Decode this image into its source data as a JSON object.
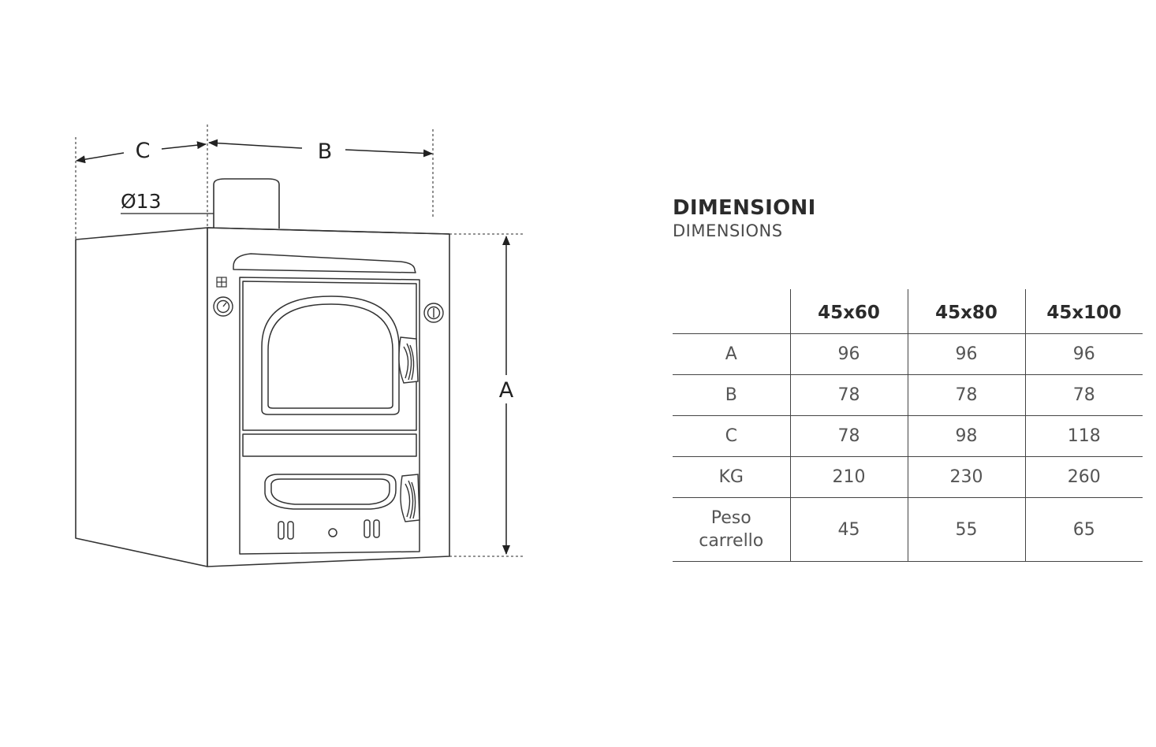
{
  "drawing": {
    "labels": {
      "c": "C",
      "b": "B",
      "a": "A",
      "diameter": "Ø13"
    },
    "line_color": "#333333"
  },
  "title": {
    "main": "DIMENSIONI",
    "sub": "DIMENSIONS"
  },
  "table": {
    "headers": [
      "",
      "45x60",
      "45x80",
      "45x100"
    ],
    "rows": [
      {
        "label": "A",
        "values": [
          "96",
          "96",
          "96"
        ]
      },
      {
        "label": "B",
        "values": [
          "78",
          "78",
          "78"
        ]
      },
      {
        "label": "C",
        "values": [
          "78",
          "98",
          "118"
        ]
      },
      {
        "label": "KG",
        "values": [
          "210",
          "230",
          "260"
        ]
      },
      {
        "label": "Peso carrello",
        "values": [
          "45",
          "55",
          "65"
        ]
      }
    ]
  }
}
